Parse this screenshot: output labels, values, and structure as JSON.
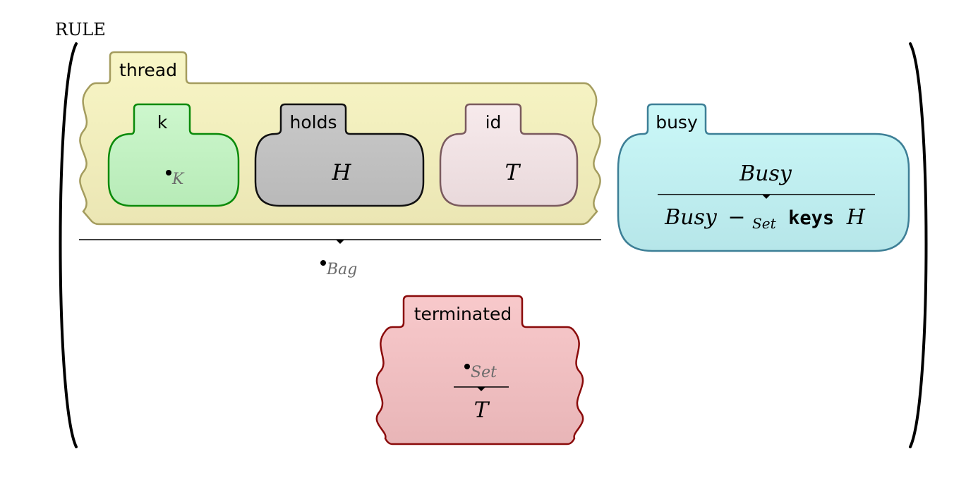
{
  "rule_label": "RULE",
  "thread": {
    "label": "thread",
    "k": {
      "label": "k",
      "value": "K"
    },
    "holds": {
      "label": "holds",
      "value": "H"
    },
    "id": {
      "label": "id",
      "value": "T"
    },
    "result": "Bag"
  },
  "busy": {
    "label": "busy",
    "numerator": "Busy",
    "denominator": {
      "lhs": "Busy",
      "op": "−",
      "op_sub": "Set",
      "keyword": "keys",
      "arg": "H"
    }
  },
  "terminated": {
    "label": "terminated",
    "numerator": "Set",
    "denominator": "T"
  },
  "colors": {
    "thread_fill": "#f4f1c0",
    "thread_stroke": "#a49c5e",
    "k_fill": "#c6f3c6",
    "k_stroke": "#0a8a0a",
    "holds_fill": "#c2c2c2",
    "holds_stroke": "#111111",
    "id_fill": "#f1e2e4",
    "id_stroke": "#7a5a5e",
    "busy_fill": "#c6f4f4",
    "busy_stroke": "#3d7f96",
    "terminated_fill": "#f4c2c4",
    "terminated_stroke": "#8a0a0a"
  }
}
